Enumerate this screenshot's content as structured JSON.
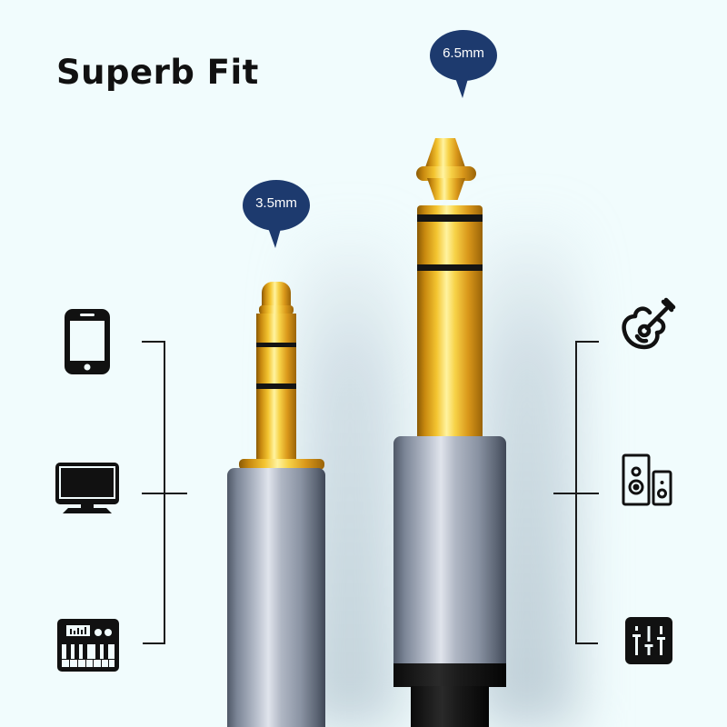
{
  "title": "Superb Fit",
  "labels": {
    "large_plug": "6.5mm",
    "small_plug": "3.5mm"
  },
  "colors": {
    "background": "#f1fcfd",
    "bubble": "#1d3a6e",
    "bubble_text": "#ffffff",
    "title": "#111111",
    "gold": "#f4c531",
    "metal": "#b8bfcc",
    "line": "#1a1a1a"
  },
  "left_devices": [
    {
      "icon": "smartphone-icon"
    },
    {
      "icon": "monitor-icon"
    },
    {
      "icon": "keyboard-synth-icon"
    }
  ],
  "right_devices": [
    {
      "icon": "guitar-icon"
    },
    {
      "icon": "speakers-icon"
    },
    {
      "icon": "mixer-equalizer-icon"
    }
  ],
  "plugs": [
    {
      "name": "3.5mm plug",
      "rings": 2
    },
    {
      "name": "6.5mm plug",
      "rings": 2
    }
  ]
}
